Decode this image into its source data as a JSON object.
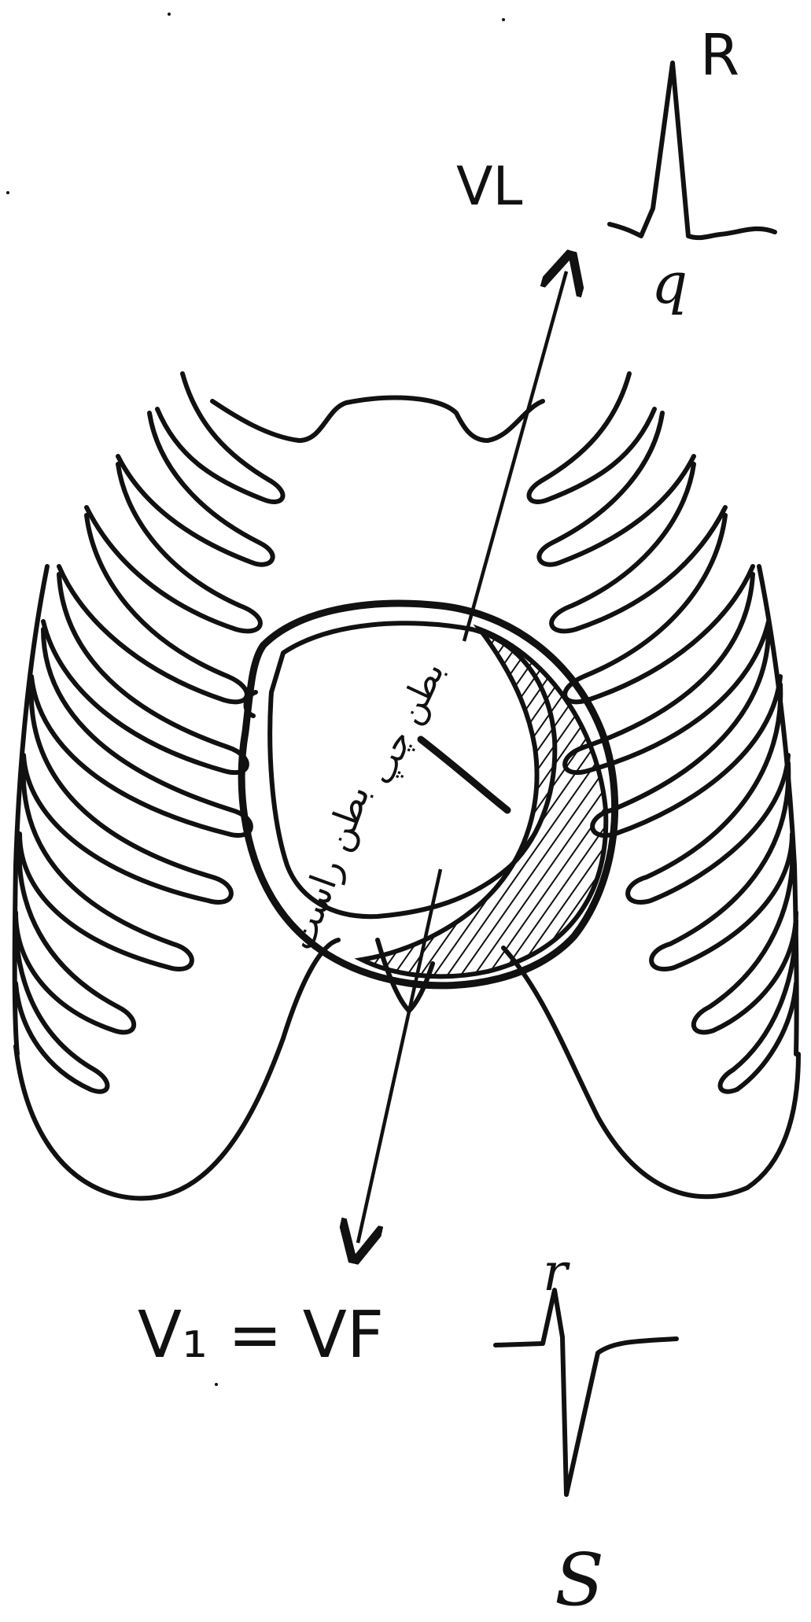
{
  "diagram": {
    "lead_top": {
      "name": "VL",
      "wave_peak_label": "R",
      "wave_trough_label": "q"
    },
    "lead_bottom": {
      "name": "V₁ = VF",
      "wave_peak_label": "r",
      "wave_trough_label": "S"
    },
    "heart": {
      "left_ventricle_label": "بطن\nچپ",
      "right_ventricle_label": "بطن\nراست"
    },
    "colors": {
      "ink": "#111111",
      "background": "#ffffff"
    }
  }
}
